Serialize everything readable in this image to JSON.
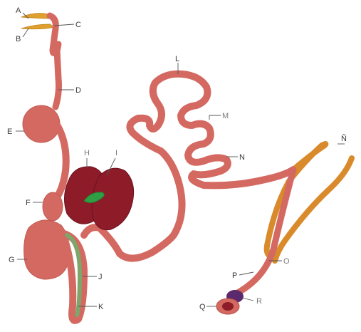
{
  "labels": {
    "A": "A",
    "B": "B",
    "C": "C",
    "D": "D",
    "E": "E",
    "F": "F",
    "G": "G",
    "H": "H",
    "I": "I",
    "J": "J",
    "K": "K",
    "L": "L",
    "M": "M",
    "N": "N",
    "Ntilde": "Ñ",
    "O": "O",
    "P": "P",
    "Q": "Q",
    "R": "R"
  },
  "colors": {
    "gut": "#d46961",
    "gut_dark": "#b94f48",
    "liver": "#8e1b28",
    "liver_dark": "#6b1220",
    "gallbladder": "#2f9e44",
    "pancreas": "#7fa56a",
    "caeca": "#d98a2b",
    "beak": "#e0a030",
    "cloaca_purple": "#5b2a6e",
    "background": "#ffffff"
  }
}
